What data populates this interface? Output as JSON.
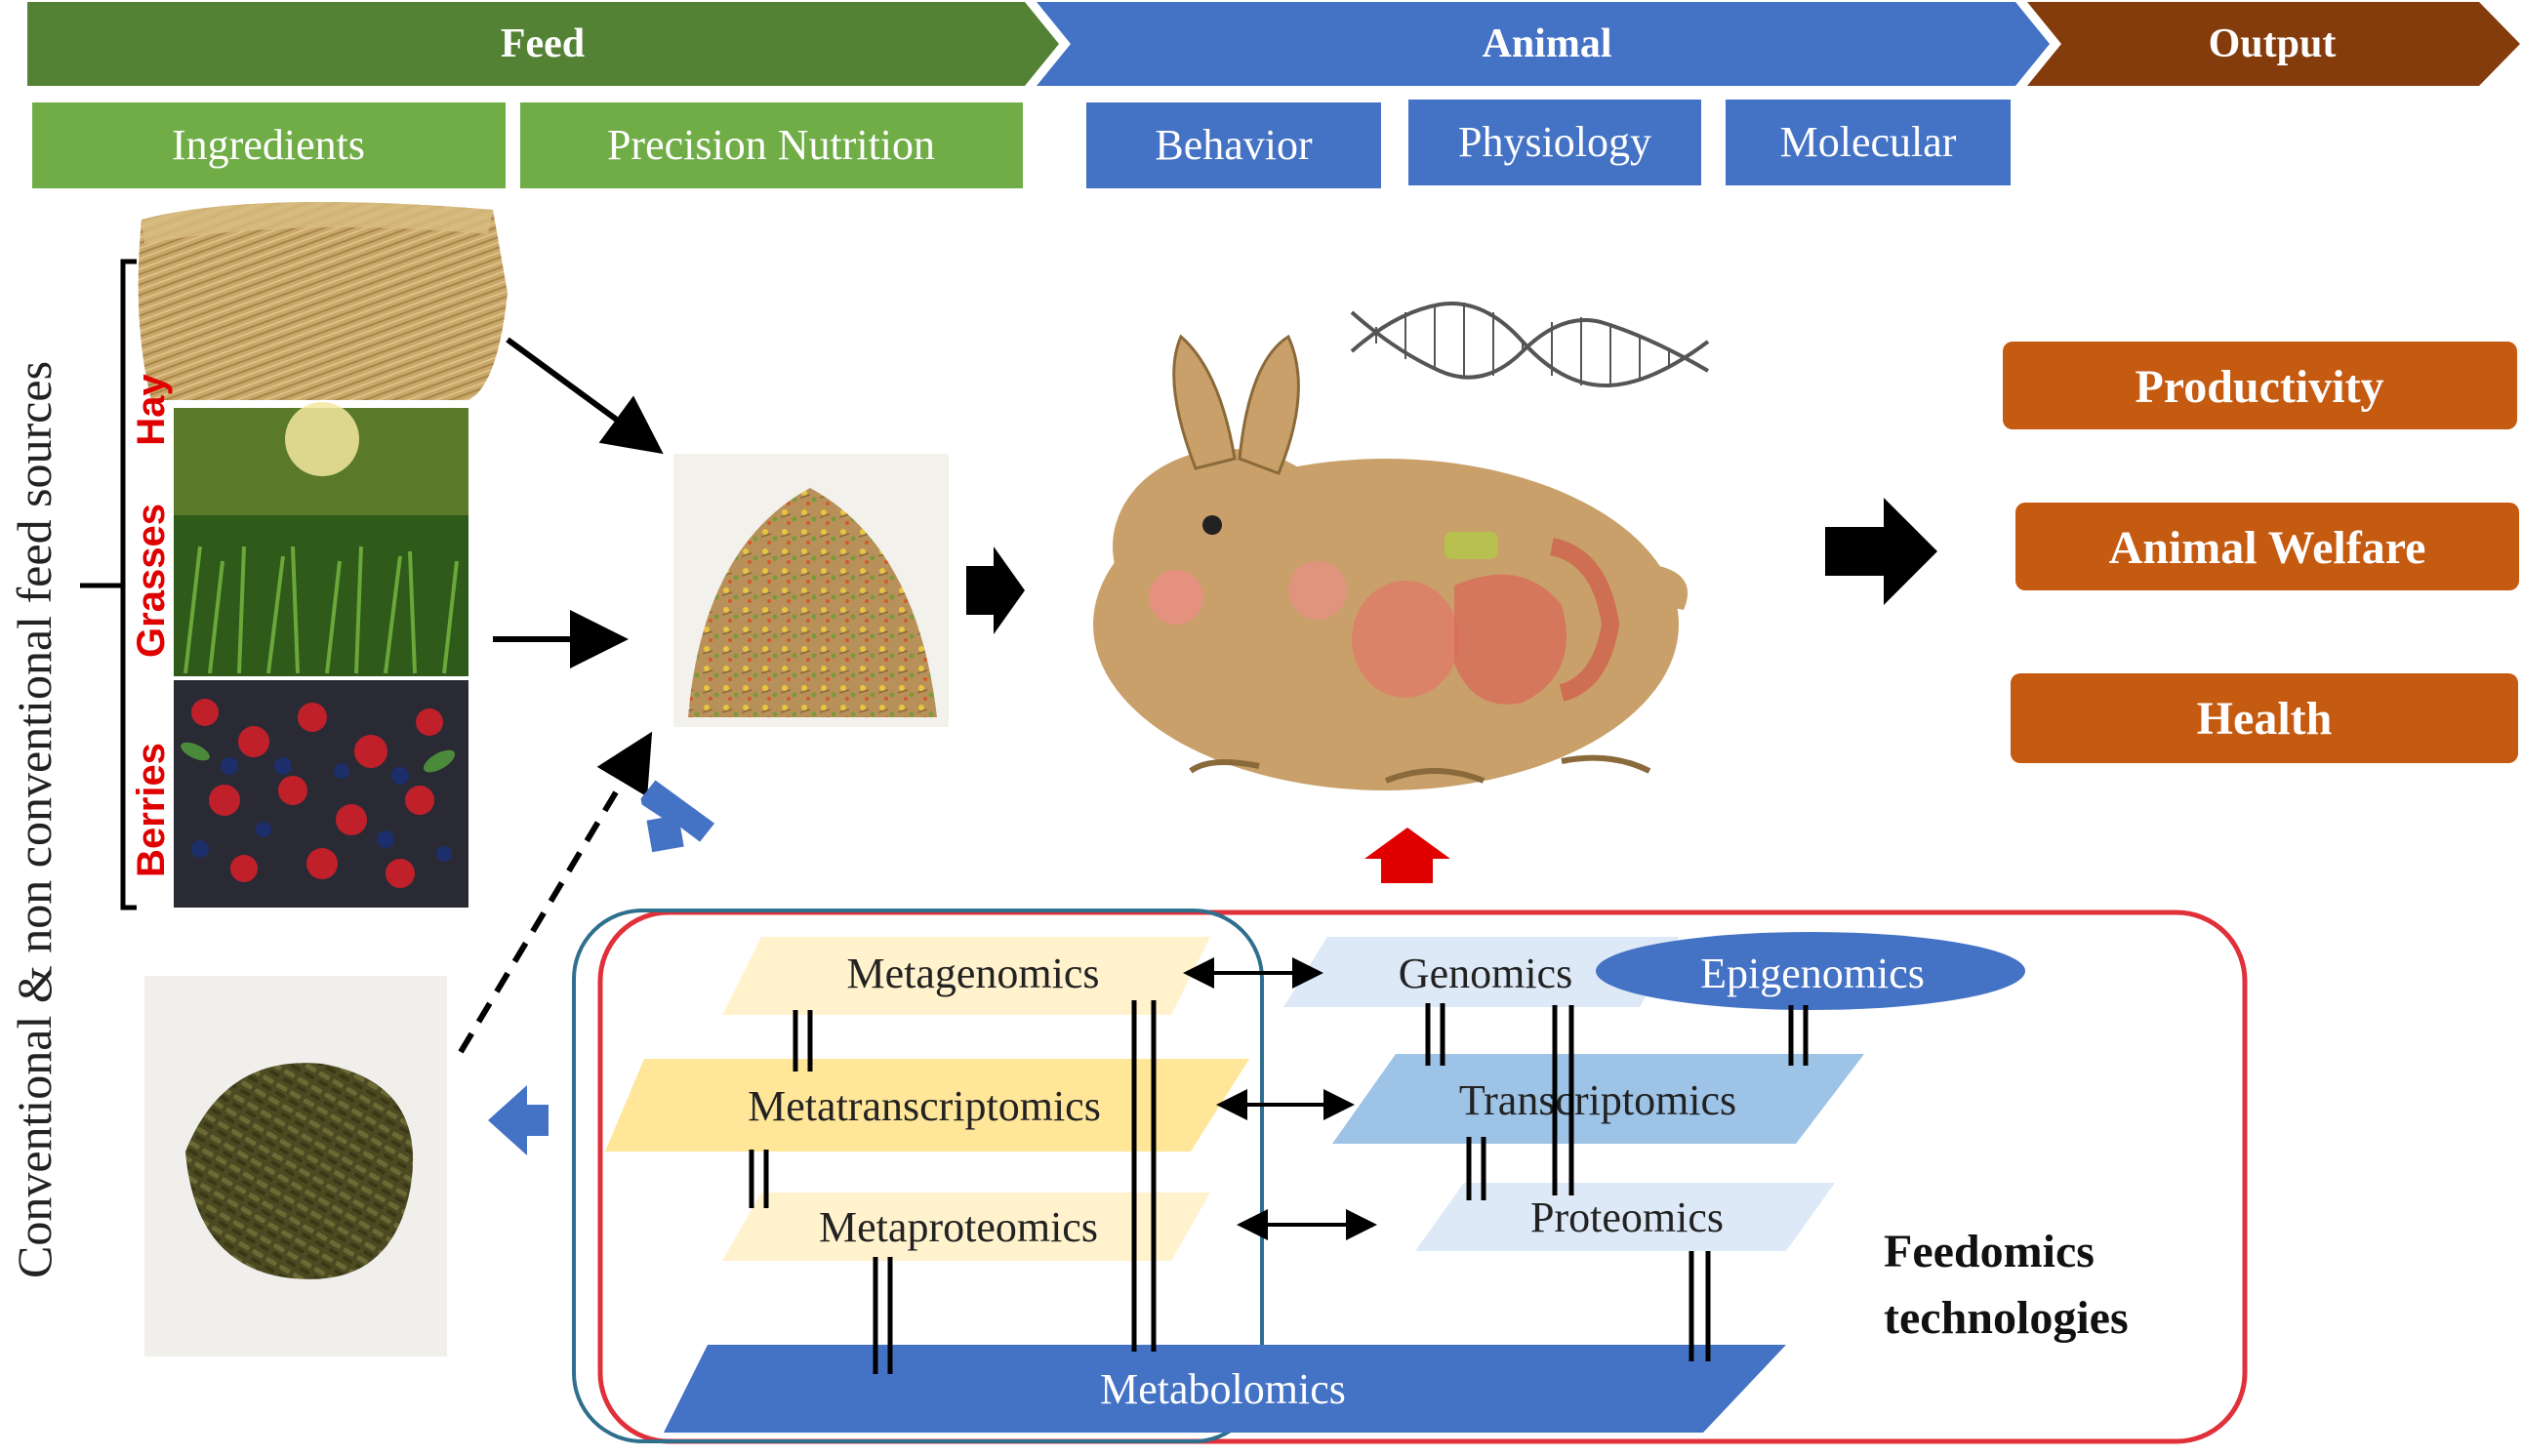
{
  "header": {
    "feed": "Feed",
    "animal": "Animal",
    "output": "Output"
  },
  "subheaders": {
    "ingredients": "Ingredients",
    "precision_nutrition": "Precision Nutrition",
    "behavior": "Behavior",
    "physiology": "Physiology",
    "molecular": "Molecular"
  },
  "feed_sources": {
    "side_label": "Conventional & non conventional feed sources",
    "hay": "Hay",
    "grasses": "Grasses",
    "berries": "Berries"
  },
  "outputs": {
    "productivity": "Productivity",
    "animal_welfare": "Animal Welfare",
    "health": "Health"
  },
  "omics": {
    "metagenomics": "Metagenomics",
    "metatranscriptomics": "Metatranscriptomics",
    "metaproteomics": "Metaproteomics",
    "metabolomics": "Metabolomics",
    "genomics": "Genomics",
    "epigenomics": "Epigenomics",
    "transcriptomics": "Transcriptomics",
    "proteomics": "Proteomics",
    "feedomics_line1": "Feedomics",
    "feedomics_line2": "technologies"
  },
  "colors": {
    "feed_green": "#548235",
    "light_green": "#70ad47",
    "animal_blue": "#4472c4",
    "output_brown": "#843c0c",
    "output_orange": "#c55a11",
    "red_accent": "#e00000",
    "meta_yellow": "#ffe699",
    "light_blue": "#bdd7ee"
  }
}
